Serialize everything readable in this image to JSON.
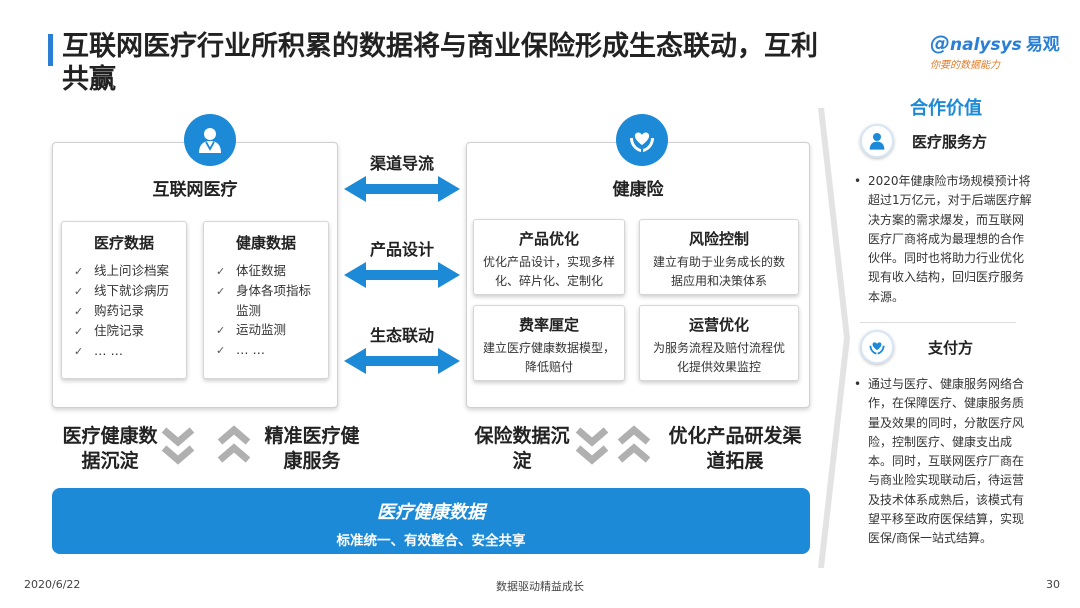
{
  "title": "互联网医疗行业所积累的数据将与商业保险形成生态联动，互利共赢",
  "logo": {
    "brand": "nalysys",
    "brand_cn": "易观",
    "slogan": "你要的数据能力"
  },
  "left_panel": {
    "title": "互联网医疗",
    "icon": "doctor-icon",
    "medical_data": {
      "title": "医疗数据",
      "items": [
        "线上问诊档案",
        "线下就诊病历",
        "购药记录",
        "住院记录",
        "… …"
      ]
    },
    "health_data": {
      "title": "健康数据",
      "items": [
        "体征数据",
        "身体各项指标",
        "监测",
        "运动监测",
        "… …"
      ]
    }
  },
  "arrows": [
    {
      "label": "渠道导流"
    },
    {
      "label": "产品设计"
    },
    {
      "label": "生态联动"
    }
  ],
  "right_panel": {
    "title": "健康险",
    "icon": "hands-heart-icon",
    "boxes": [
      {
        "title": "产品优化",
        "text": "优化产品设计，实现多样化、碎片化、定制化"
      },
      {
        "title": "风险控制",
        "text": "建立有助于业务成长的数据应用和决策体系"
      },
      {
        "title": "费率厘定",
        "text": "建立医疗健康数据模型，降低赔付"
      },
      {
        "title": "运营优化",
        "text": "为服务流程及赔付流程优化提供效果监控"
      }
    ]
  },
  "flow": {
    "left_down": "医疗健康数据沉淀",
    "left_up": "精准医疗健康服务",
    "right_down": "保险数据沉淀",
    "right_up": "优化产品研发渠道拓展"
  },
  "bottom_bar": {
    "title": "医疗健康数据",
    "subtitle": "标准统一、有效整合、安全共享"
  },
  "side": {
    "title": "合作价值",
    "cards": [
      {
        "label": "医疗服务方",
        "icon": "doctor-icon",
        "text": "2020年健康险市场规模预计将超过1万亿元，对于后端医疗解决方案的需求爆发，而互联网医疗厂商将成为最理想的合作伙伴。同时也将助力行业优化现有收入结构，回归医疗服务本源。"
      },
      {
        "label": "支付方",
        "icon": "hands-heart-icon",
        "text": "通过与医疗、健康服务网络合作，在保障医疗、健康服务质量及效果的同时，分散医疗风险，控制医疗、健康支出成本。同时，互联网医疗厂商在与商业险实现联动后，待运营及技术体系成熟后，该模式有望平移至政府医保结算，实现医保/商保一站式结算。"
      }
    ]
  },
  "footer": {
    "date": "2020/6/22",
    "center": "数据驱动精益成长",
    "page": "30"
  },
  "colors": {
    "accent": "#1c8ad6",
    "logo_orange": "#e27b26"
  }
}
